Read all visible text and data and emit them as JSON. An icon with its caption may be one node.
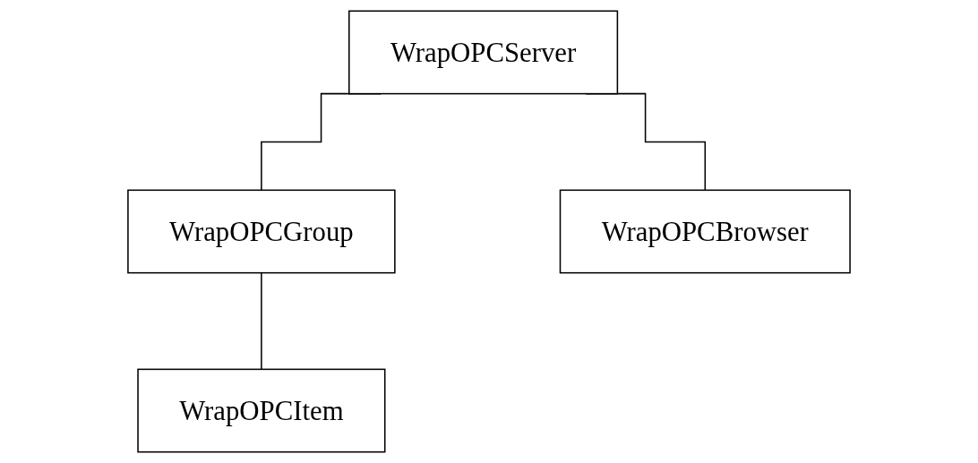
{
  "diagram": {
    "nodes": [
      {
        "text": [
          "WrapOPCServer"
        ]
      },
      {
        "text": [
          "WrapOPCGroup"
        ]
      },
      {
        "text": [
          "WrapOPCBrowser"
        ]
      },
      {
        "text": [
          "WrapOPCItem"
        ]
      }
    ],
    "edges": [
      {
        "from": 0,
        "to": 1,
        "arrow": "none"
      },
      {
        "from": 0,
        "to": 2,
        "arrow": "none"
      },
      {
        "from": 1,
        "to": 3,
        "arrow": "none"
      }
    ]
  }
}
